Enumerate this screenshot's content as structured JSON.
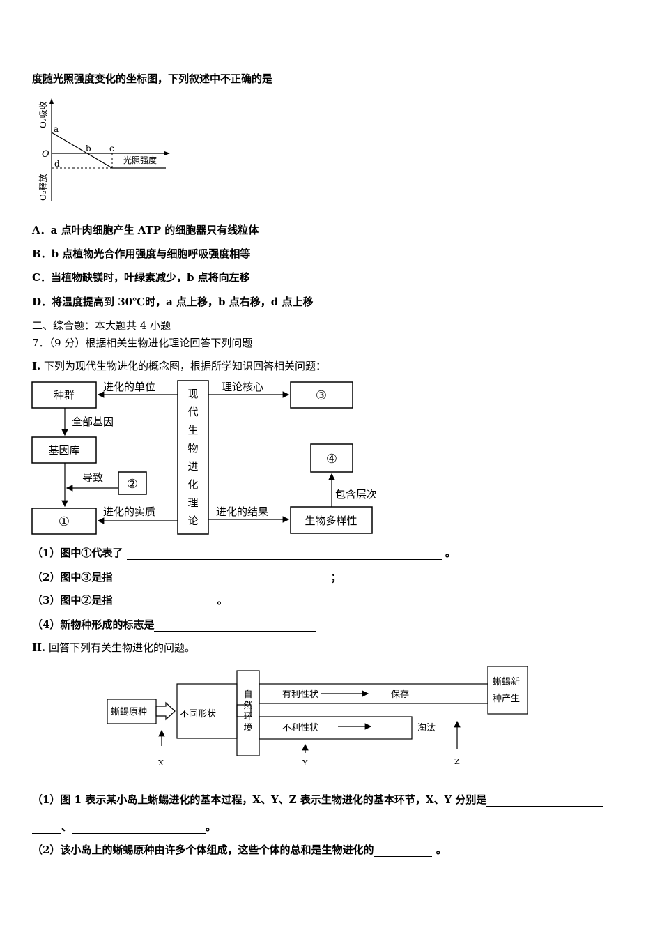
{
  "intro_line": "度随光照强度变化的坐标图，下列叙述中不正确的是",
  "graph1": {
    "y_top": "O₂吸收",
    "y_bottom": "O₂释放",
    "origin": "O",
    "x_label": "光照强度",
    "pt_a": "a",
    "pt_b": "b",
    "pt_c": "c",
    "pt_d": "d"
  },
  "options": {
    "A": "A．a 点叶肉细胞产生 ATP 的细胞器只有线粒体",
    "B": "B．b 点植物光合作用强度与细胞呼吸强度相等",
    "C": "C．当植物缺镁时，叶绿素减少，b 点将向左移",
    "D": "D．将温度提高到 30℃时，a 点上移，b 点右移，d 点上移"
  },
  "section2": "二、综合题：本大题共 4 小题",
  "q7": "7．（9 分）根据相关生物进化理论回答下列问题",
  "part1": {
    "roman": "I.",
    "text": " 下列为现代生物进化的概念图，根据所学知识回答相关问题："
  },
  "concept_map": {
    "center": [
      "现",
      "代",
      "生",
      "物",
      "进",
      "化",
      "理",
      "论"
    ],
    "zhongqun": "种群",
    "jiyinku": "基因库",
    "c1": "①",
    "c2": "②",
    "c3": "③",
    "c4": "④",
    "biodiv": "生物多样性",
    "lbl_unit": "进化的单位",
    "lbl_allgenes": "全部基因",
    "lbl_cause": "导致",
    "lbl_essence": "进化的实质",
    "lbl_core": "理论核心",
    "lbl_result": "进化的结果",
    "lbl_levels": "包含层次"
  },
  "sub_q": {
    "q1": "（1）图中①代表了",
    "q1_end": "。",
    "q2": "（2）图中③是指",
    "q2_end": "；",
    "q3": "（3）图中②是指",
    "q3_end": "。",
    "q4": "（4）新物种形成的标志是"
  },
  "part2": {
    "roman": "II.",
    "text": " 回答下列有关生物进化的问题。"
  },
  "lizard": {
    "original": "蜥蜴原种",
    "traits": "不同形状",
    "nature": [
      "自",
      "然",
      "环",
      "境"
    ],
    "favorable": "有利性状",
    "keep": "保存",
    "unfavorable": "不利性状",
    "eliminate": "淘汰",
    "new_species": [
      "蜥蜴新",
      "种产生"
    ],
    "x": "X",
    "y": "Y",
    "z": "Z"
  },
  "part2_q": {
    "q1": "（1）图 1 表示某小岛上蜥蜴进化的基本过程，X、Y、Z 表示生物进化的基本环节，X、Y 分别是",
    "q1_sep": "、",
    "q1_end": "。",
    "q2": "（2）该小岛上的蜥蜴原种由许多个体组成，这些个体的总和是生物进化的",
    "q2_end": "。"
  }
}
